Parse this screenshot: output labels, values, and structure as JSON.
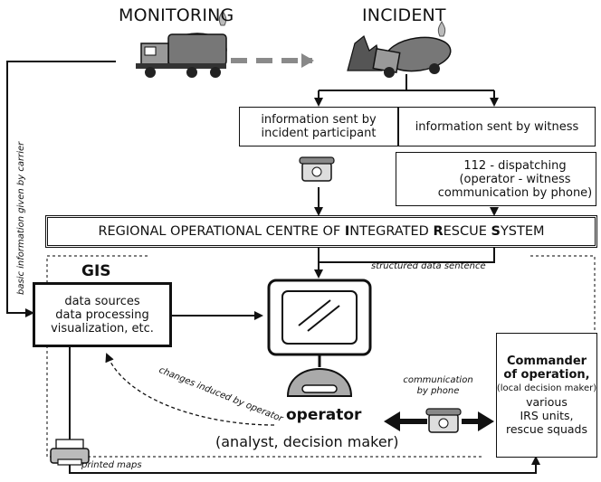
{
  "headings": {
    "monitoring": "MONITORING",
    "incident": "INCIDENT"
  },
  "boxes": {
    "participant_line1": "information sent  by",
    "participant_line2": "incident participant",
    "witness": "information sent  by witness",
    "dispatch_line1": "112 - dispatching",
    "dispatch_line2": "(operator - witness",
    "dispatch_line3": "communication by phone)",
    "centre": {
      "p1": "REGIONAL OPERATIONAL CENTRE OF ",
      "b1": "I",
      "p2": "NTEGRATED ",
      "b2": "R",
      "p3": "ESCUE ",
      "b3": "S",
      "p4": "YSTEM"
    },
    "gis_title": "GIS",
    "gis_line1": "data sources",
    "gis_line2": "data processing",
    "gis_line3": "visualization, etc.",
    "commander_line1": "Commander",
    "commander_line2": "of operation,",
    "commander_line3": "(local decision maker)",
    "commander_line4": "various",
    "commander_line5": "IRS units,",
    "commander_line6": "rescue squads"
  },
  "annotations": {
    "structured": "structured data sentence",
    "basic_info": "basic information given by carrier",
    "changes": "changes induced by operator",
    "comm_line1": "communication",
    "comm_line2": "by phone",
    "printed": "printed maps"
  },
  "operator": {
    "title": "operator",
    "subtitle": "(analyst, decision maker)"
  },
  "icons": [
    "tanker-truck-icon",
    "crashed-tanker-icon",
    "telephone-icon",
    "monitor-icon",
    "printer-icon"
  ]
}
